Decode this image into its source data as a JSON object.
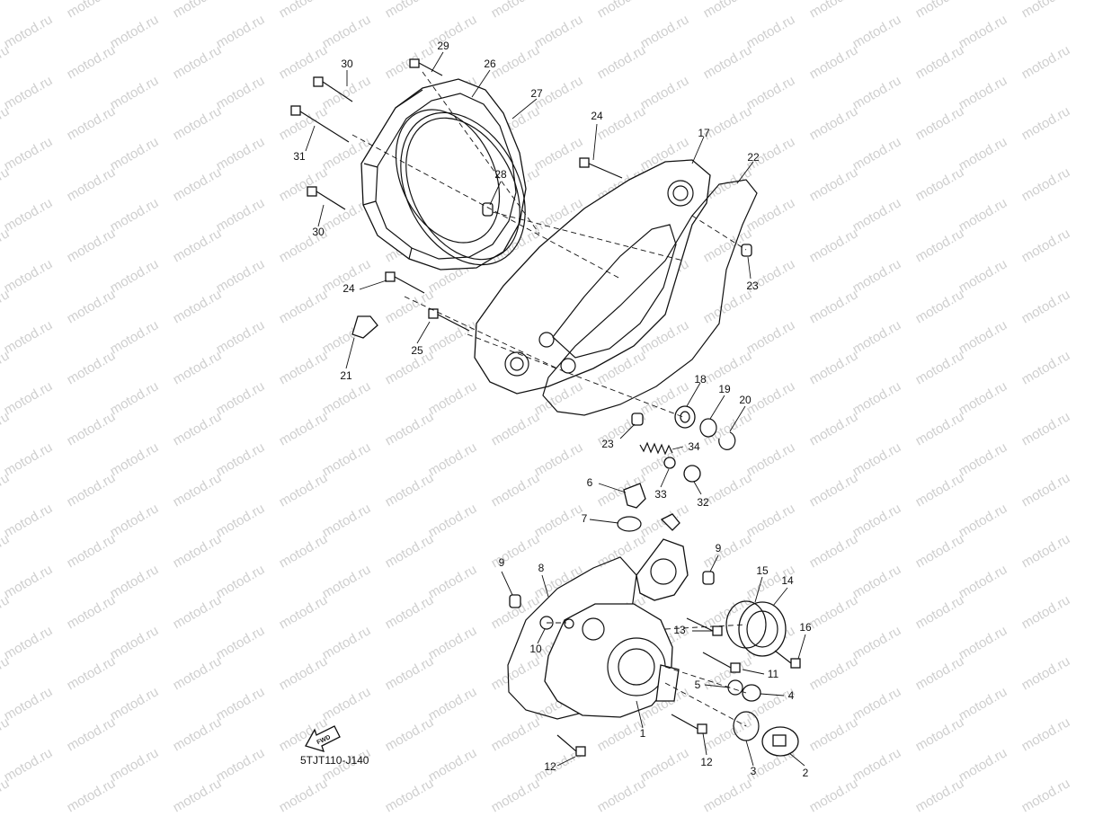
{
  "watermark": {
    "text": "motod.ru"
  },
  "diagram": {
    "code": "5TJT110-J140",
    "fwd_label": "FWD",
    "callouts": [
      {
        "n": "1",
        "part": "crankcase-cover-2"
      },
      {
        "n": "2",
        "part": "plug"
      },
      {
        "n": "3",
        "part": "o-ring"
      },
      {
        "n": "4",
        "part": "plug"
      },
      {
        "n": "5",
        "part": "o-ring"
      },
      {
        "n": "6",
        "part": "oil-filler-plug"
      },
      {
        "n": "7",
        "part": "o-ring"
      },
      {
        "n": "8",
        "part": "gasket"
      },
      {
        "n": "9",
        "part": "dowel-pin"
      },
      {
        "n": "9",
        "part": "dowel-pin"
      },
      {
        "n": "10",
        "part": "o-ring"
      },
      {
        "n": "11",
        "part": "bolt"
      },
      {
        "n": "12",
        "part": "bolt"
      },
      {
        "n": "12",
        "part": "bolt"
      },
      {
        "n": "13",
        "part": "bolt"
      },
      {
        "n": "14",
        "part": "oil-filter-cover"
      },
      {
        "n": "15",
        "part": "o-ring"
      },
      {
        "n": "16",
        "part": "bolt"
      },
      {
        "n": "17",
        "part": "crankcase-cover-1"
      },
      {
        "n": "18",
        "part": "bearing"
      },
      {
        "n": "19",
        "part": "washer"
      },
      {
        "n": "20",
        "part": "circlip"
      },
      {
        "n": "21",
        "part": "hose-nipple"
      },
      {
        "n": "22",
        "part": "gasket"
      },
      {
        "n": "23",
        "part": "dowel-pin"
      },
      {
        "n": "23",
        "part": "dowel-pin"
      },
      {
        "n": "24",
        "part": "bolt"
      },
      {
        "n": "24",
        "part": "bolt"
      },
      {
        "n": "25",
        "part": "bolt"
      },
      {
        "n": "26",
        "part": "clutch-cover"
      },
      {
        "n": "27",
        "part": "gasket"
      },
      {
        "n": "28",
        "part": "dowel-pin"
      },
      {
        "n": "29",
        "part": "bolt"
      },
      {
        "n": "30",
        "part": "bolt"
      },
      {
        "n": "30",
        "part": "bolt"
      },
      {
        "n": "31",
        "part": "bolt"
      },
      {
        "n": "32",
        "part": "bearing"
      },
      {
        "n": "33",
        "part": "ball"
      },
      {
        "n": "34",
        "part": "spring"
      }
    ]
  }
}
